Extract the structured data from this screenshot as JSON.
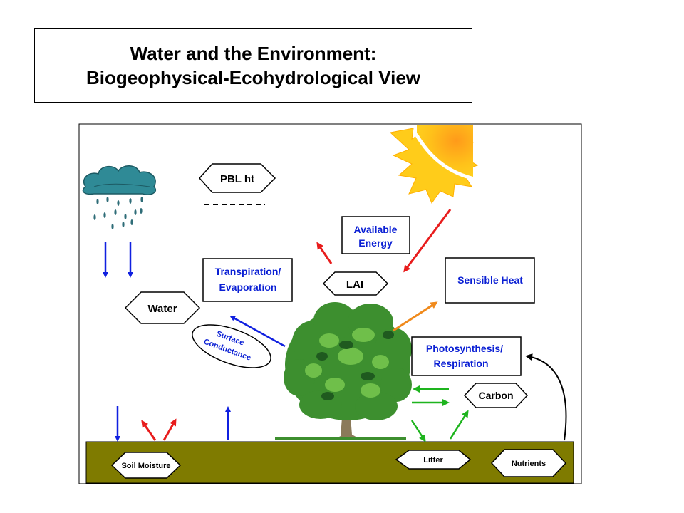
{
  "title": {
    "line1": "Water and the Environment:",
    "line2": "Biogeophysical-Ecohydrological View"
  },
  "labels": {
    "pbl": "PBL ht",
    "available_energy_1": "Available",
    "available_energy_2": "Energy",
    "lai": "LAI",
    "transpiration_1": "Transpiration/",
    "transpiration_2": "Evaporation",
    "sensible_heat": "Sensible Heat",
    "water": "Water",
    "surface_1": "Surface",
    "surface_2": "Conductance",
    "photosynthesis_1": "Photosynthesis/",
    "photosynthesis_2": "Respiration",
    "carbon": "Carbon",
    "soil_moisture": "Soil Moisture",
    "litter": "Litter",
    "nutrients": "Nutrients"
  },
  "icons": [
    "sun-icon",
    "rain-cloud-icon",
    "tree-icon"
  ],
  "colors": {
    "ground": "#7f7b00",
    "water_arrow": "#1020e0",
    "energy_arrow": "#e81c1c",
    "heat_arrow": "#f08a1c",
    "carbon_arrow": "#1eb41e",
    "nutrient_arrow": "#000000",
    "text_blue": "#0a1fd4",
    "cloud": "#2f8a96",
    "foliage": "#3d8f2f"
  }
}
